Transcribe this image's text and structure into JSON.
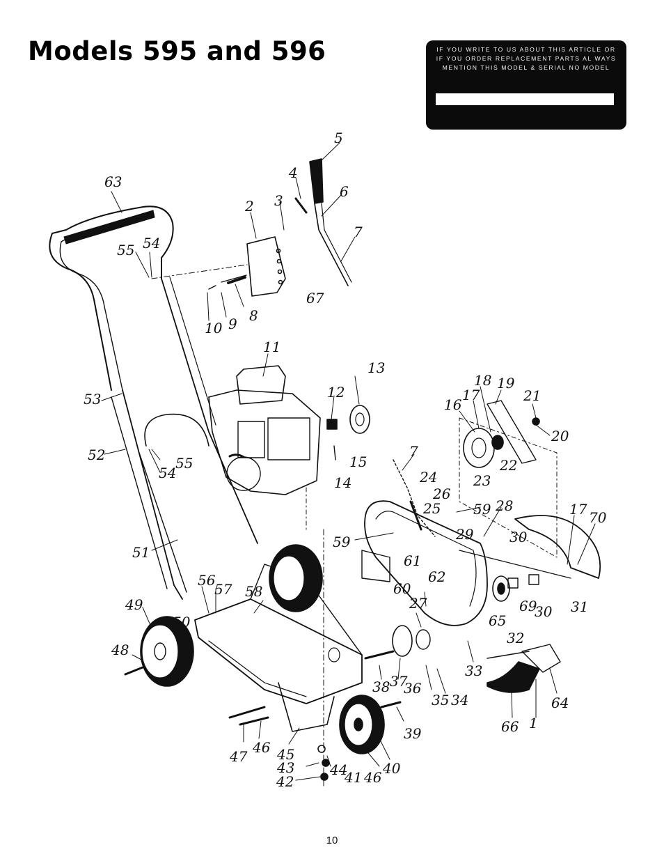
{
  "title": "Models 595 and 596",
  "notice": {
    "text": "IF YOU WRITE TO US ABOUT THIS ARTICLE OR IF YOU ORDER REPLACEMENT PARTS AL WAYS MENTION THIS MODEL & SERIAL NO MODEL",
    "field_value": ""
  },
  "callouts": [
    "1",
    "2",
    "3",
    "4",
    "5",
    "6",
    "7",
    "7",
    "8",
    "9",
    "10",
    "11",
    "12",
    "13",
    "14",
    "15",
    "16",
    "17",
    "17",
    "18",
    "19",
    "20",
    "21",
    "22",
    "23",
    "24",
    "25",
    "26",
    "27",
    "28",
    "29",
    "30",
    "30",
    "31",
    "32",
    "33",
    "34",
    "35",
    "36",
    "37",
    "38",
    "39",
    "40",
    "41",
    "42",
    "43",
    "44",
    "45",
    "46",
    "46",
    "47",
    "48",
    "49",
    "50",
    "51",
    "52",
    "53",
    "54",
    "54",
    "55",
    "55",
    "56",
    "57",
    "58",
    "59",
    "59",
    "60",
    "61",
    "62",
    "63",
    "64",
    "65",
    "66",
    "67",
    "69",
    "70"
  ],
  "page_number": "10",
  "colors": {
    "ink": "#111111",
    "notice_bg": "#0b0b0b",
    "page": "#ffffff"
  }
}
